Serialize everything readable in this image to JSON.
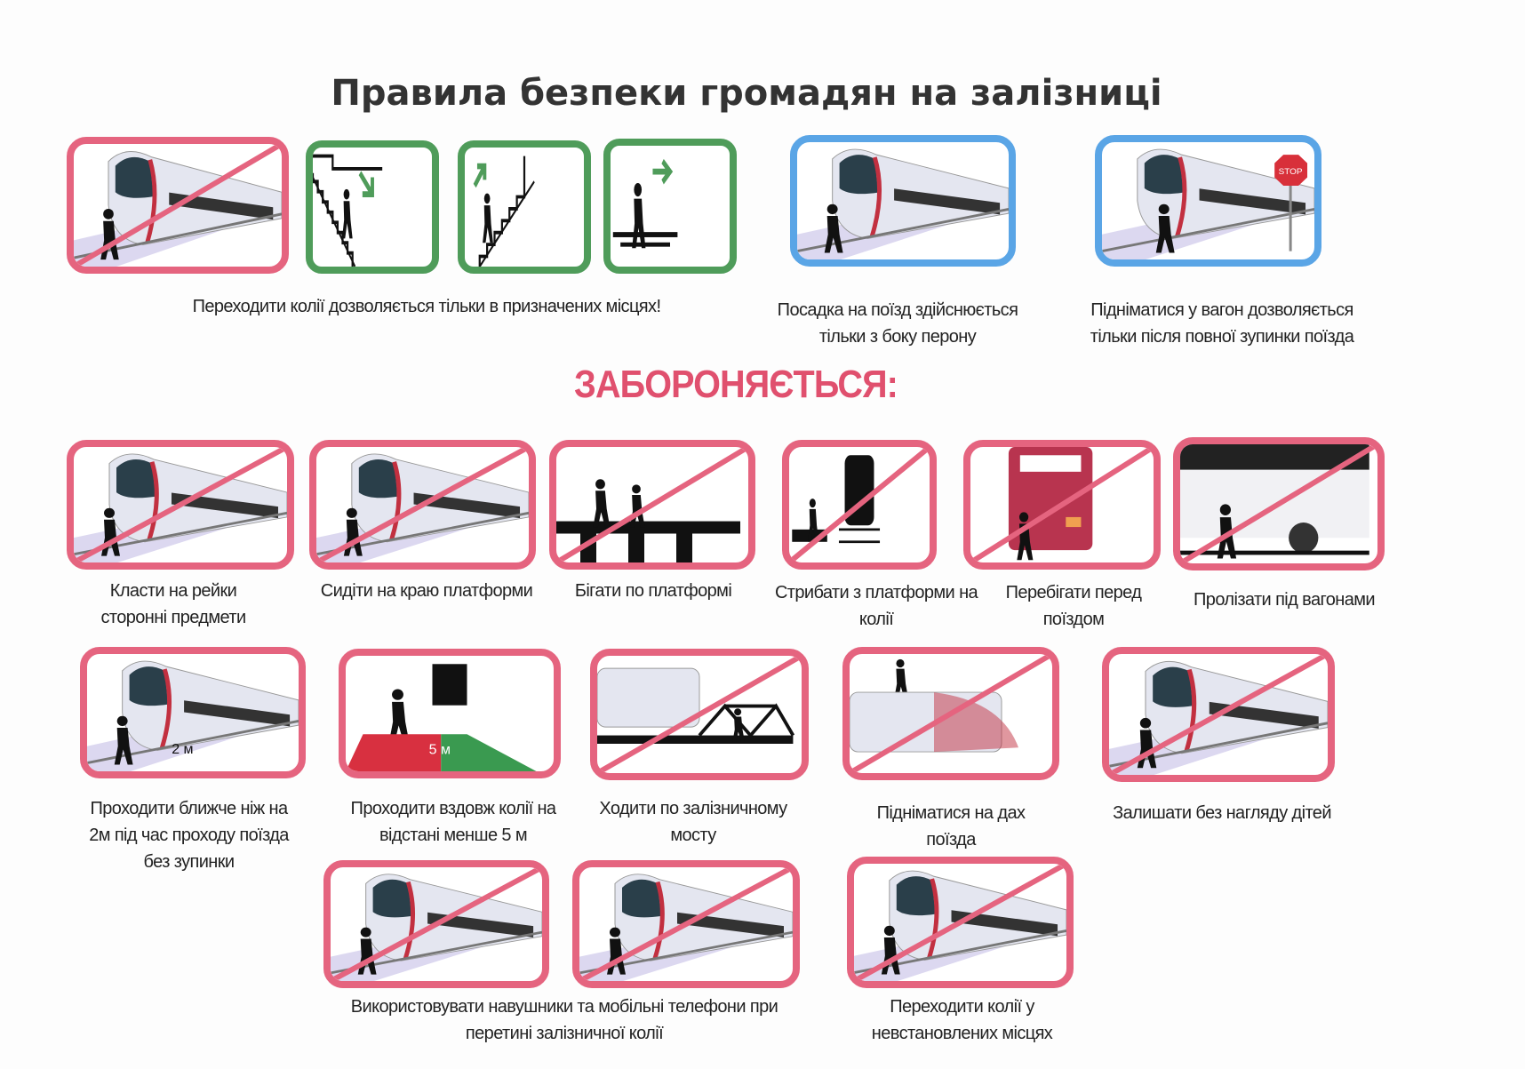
{
  "title": "Правила безпеки громадян на залізниці",
  "allowed": {
    "crossing_caption": "Переходити колії дозволяється тільки в призначених місцях!",
    "boarding_caption": "Посадка на поїзд здійснюється тільки з боку перону",
    "stop_caption": "Підніматися у вагон дозволяється тільки після повної зупинки поїзда",
    "stop_sign_text": "STOP"
  },
  "forbidden_heading": "ЗАБОРОНЯЄТЬСЯ:",
  "forbidden_items": [
    {
      "caption": "Класти на рейки сторонні предмети"
    },
    {
      "caption": "Сидіти на краю платформи"
    },
    {
      "caption": "Бігати по платформі"
    },
    {
      "caption": "Стрибати з платформи на колії"
    },
    {
      "caption": "Перебігати перед поїздом"
    },
    {
      "caption": "Пролізати під вагонами"
    },
    {
      "caption": "Проходити ближче ніж на 2м під час проходу поїзда без зупинки",
      "label": "2 м"
    },
    {
      "caption": "Проходити вздовж колії на відстані менше 5 м",
      "label": "5 м"
    },
    {
      "caption": "Ходити по залізничному мосту"
    },
    {
      "caption": "Підніматися на дах поїзда"
    },
    {
      "caption": "Залишати без нагляду дітей"
    },
    {
      "caption": "Використовувати навушники та мобільні телефони при перетині залізничної колії"
    },
    {
      "caption": "Переходити колії у невстановлених місцях"
    }
  ],
  "colors": {
    "forbidden": "#e5647f",
    "allowed_green": "#4f9c5a",
    "allowed_blue": "#5aa5e6"
  }
}
